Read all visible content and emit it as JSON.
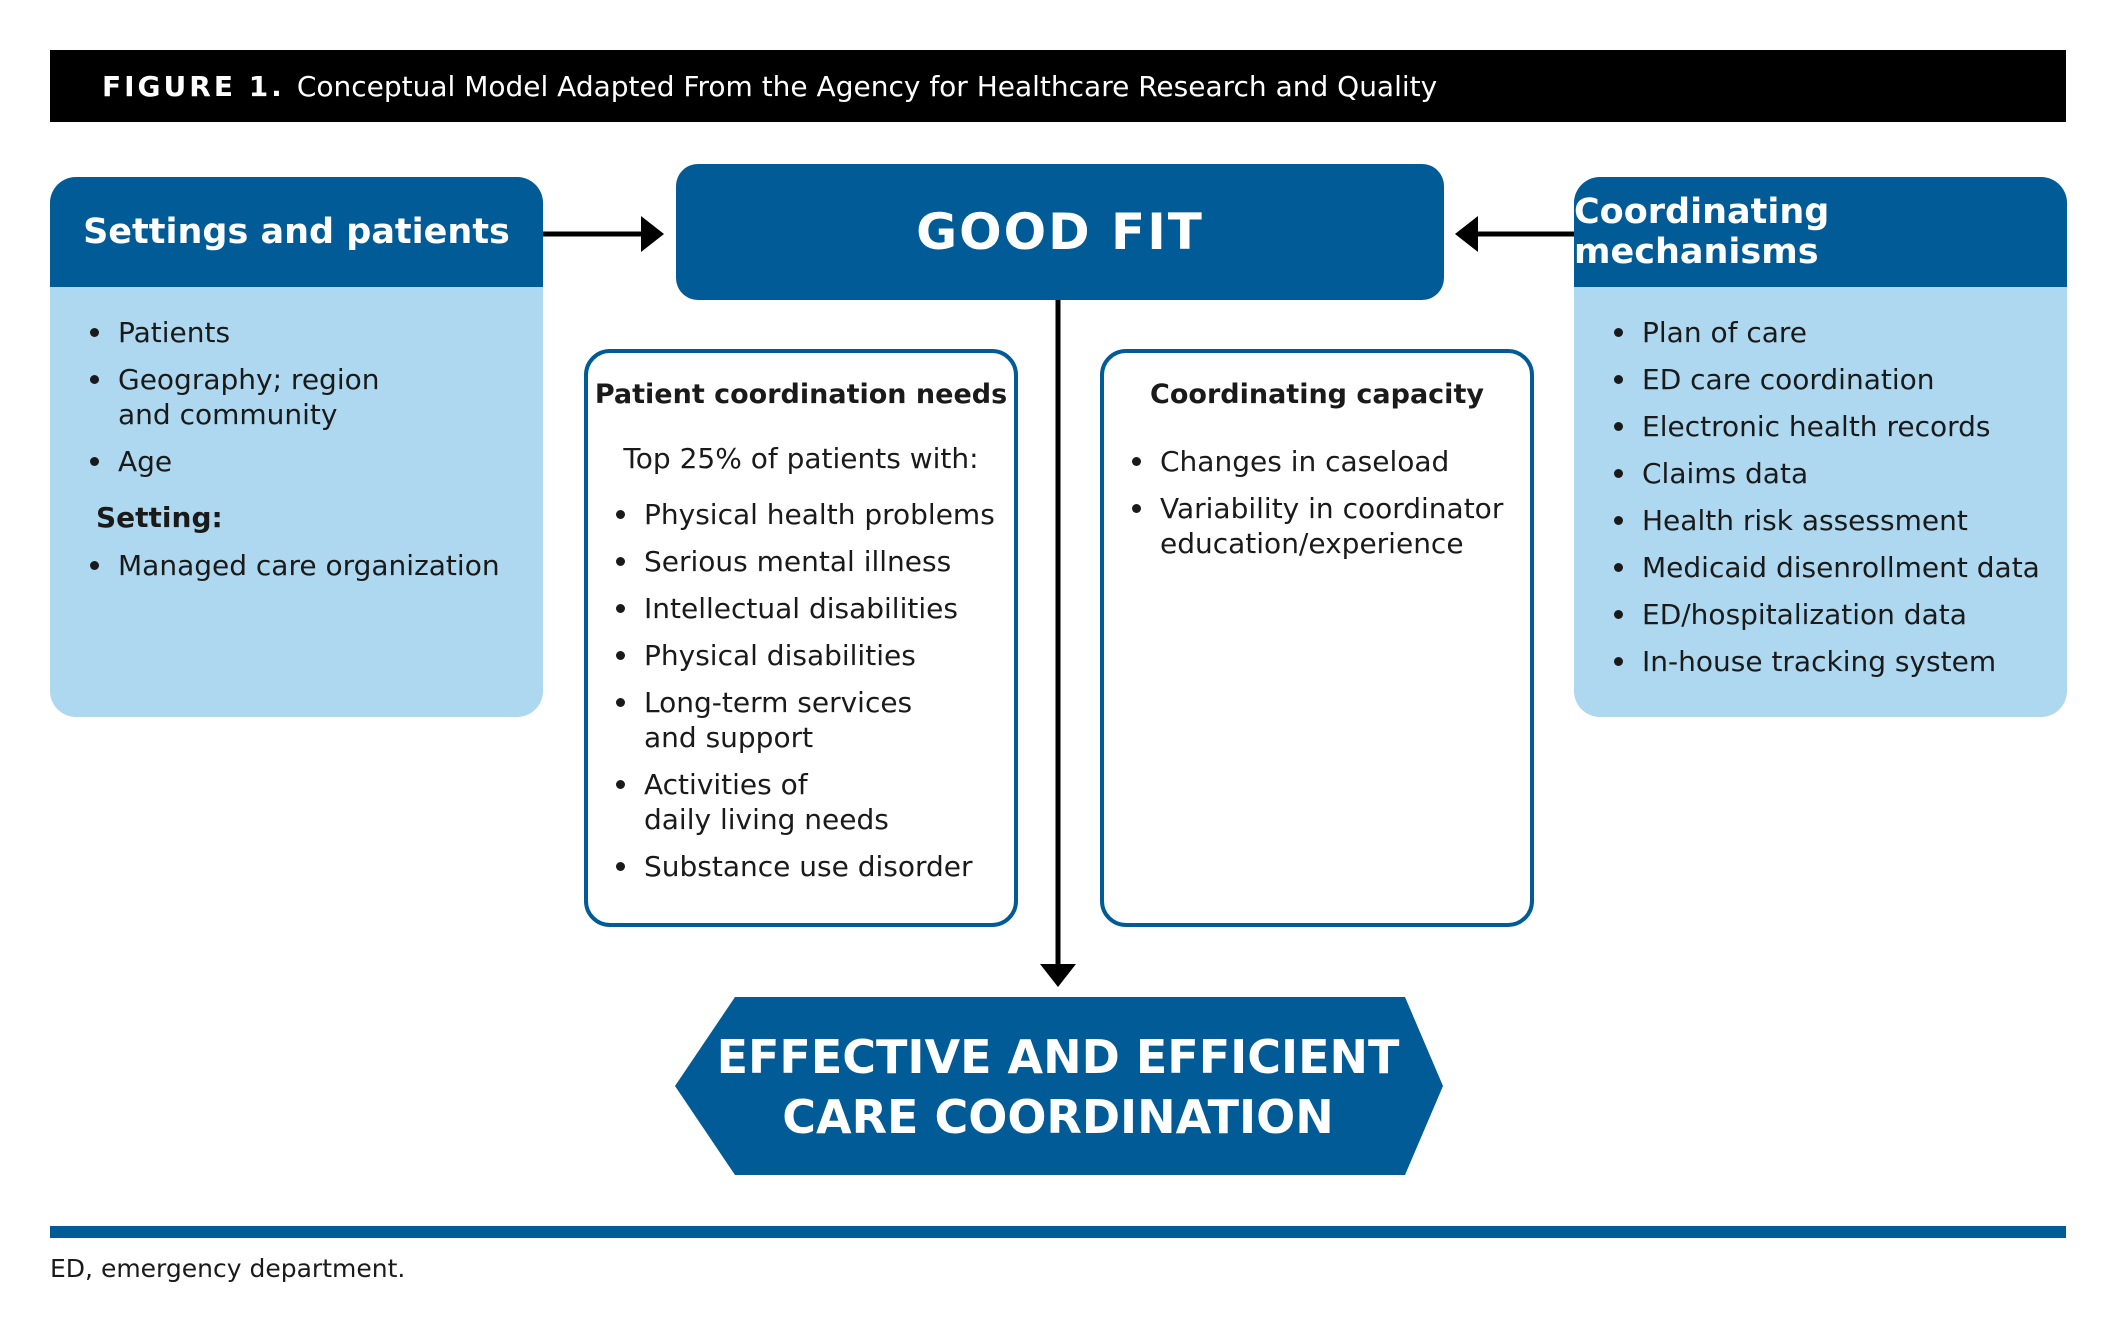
{
  "figure": {
    "label": "FIGURE 1.",
    "title": "Conceptual Model Adapted From the Agency for Healthcare Research and Quality"
  },
  "settings_box": {
    "title": "Settings and patients",
    "items": [
      "Patients",
      "Geography; region\nand community",
      "Age"
    ],
    "setting_heading": "Setting:",
    "setting_items": [
      "Managed care organization"
    ]
  },
  "good_fit": {
    "label": "GOOD FIT"
  },
  "coordinating_mechanisms": {
    "title": "Coordinating mechanisms",
    "items": [
      "Plan of care",
      "ED care coordination",
      "Electronic health records",
      "Claims data",
      "Health risk assessment",
      "Medicaid disenrollment data",
      "ED/hospitalization data",
      "In-house tracking system"
    ]
  },
  "patient_needs": {
    "title": "Patient coordination needs",
    "subtitle": "Top 25% of patients with:",
    "items": [
      "Physical health problems",
      "Serious mental illness",
      "Intellectual disabilities",
      "Physical disabilities",
      "Long-term services\nand support",
      "Activities of\ndaily living needs",
      "Substance use disorder"
    ]
  },
  "coordinating_capacity": {
    "title": "Coordinating capacity",
    "items": [
      "Changes in caseload",
      "Variability in coordinator\neducation/experience"
    ]
  },
  "outcome": {
    "line1": "EFFECTIVE AND EFFICIENT",
    "line2": "CARE COORDINATION"
  },
  "footnote": "ED, emergency department.",
  "colors": {
    "primary_blue": "#005b96",
    "light_blue": "#add8ef",
    "title_bar": "#000000"
  }
}
